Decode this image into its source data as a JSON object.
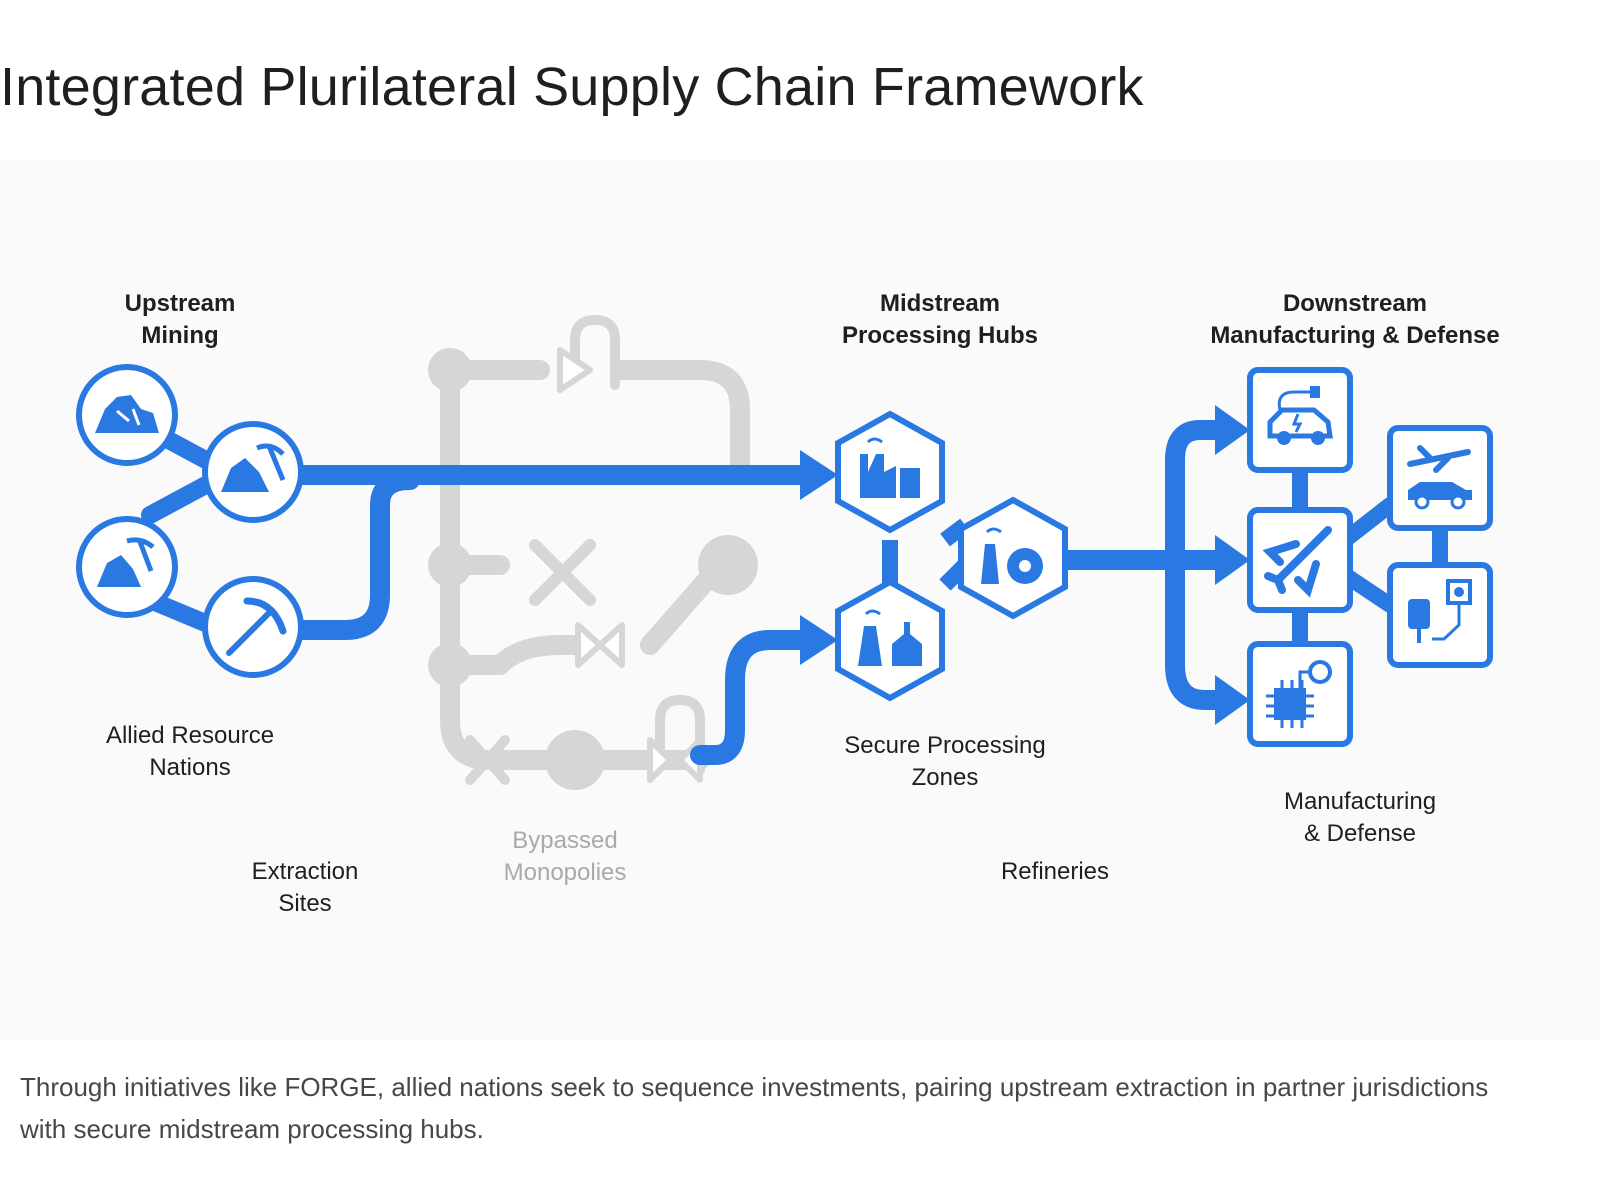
{
  "title": "Integrated Plurilateral Supply Chain Framework",
  "stages": {
    "upstream": "Upstream\nMining",
    "midstream": "Midstream\nProcessing Hubs",
    "downstream": "Downstream\nManufacturing & Defense"
  },
  "labels": {
    "allied": "Allied Resource\nNations",
    "extraction": "Extraction\nSites",
    "bypassed": "Bypassed\nMonopolies",
    "secure": "Secure Processing\nZones",
    "refineries": "Refineries",
    "manufacturing": "Manufacturing\n& Defense"
  },
  "icons": {
    "upstream": [
      "rock-icon",
      "pickaxe-rocks-icon",
      "mining-cart-icon",
      "pickaxe-icon"
    ],
    "midstream": [
      "factory-icon",
      "refinery-icon",
      "chemical-plant-icon"
    ],
    "downstream": [
      "electric-vehicle-icon",
      "airplane-icon",
      "microchip-icon",
      "plane-car-icon",
      "electronics-chip-icon"
    ]
  },
  "colors": {
    "accent": "#2a79e3",
    "inactive": "#d4d4d4",
    "text": "#1f1f1f",
    "muted_text": "#a9a9a9"
  },
  "caption": "Through initiatives like FORGE, allied nations seek to sequence investments, pairing upstream extraction in partner jurisdictions with secure midstream processing hubs."
}
